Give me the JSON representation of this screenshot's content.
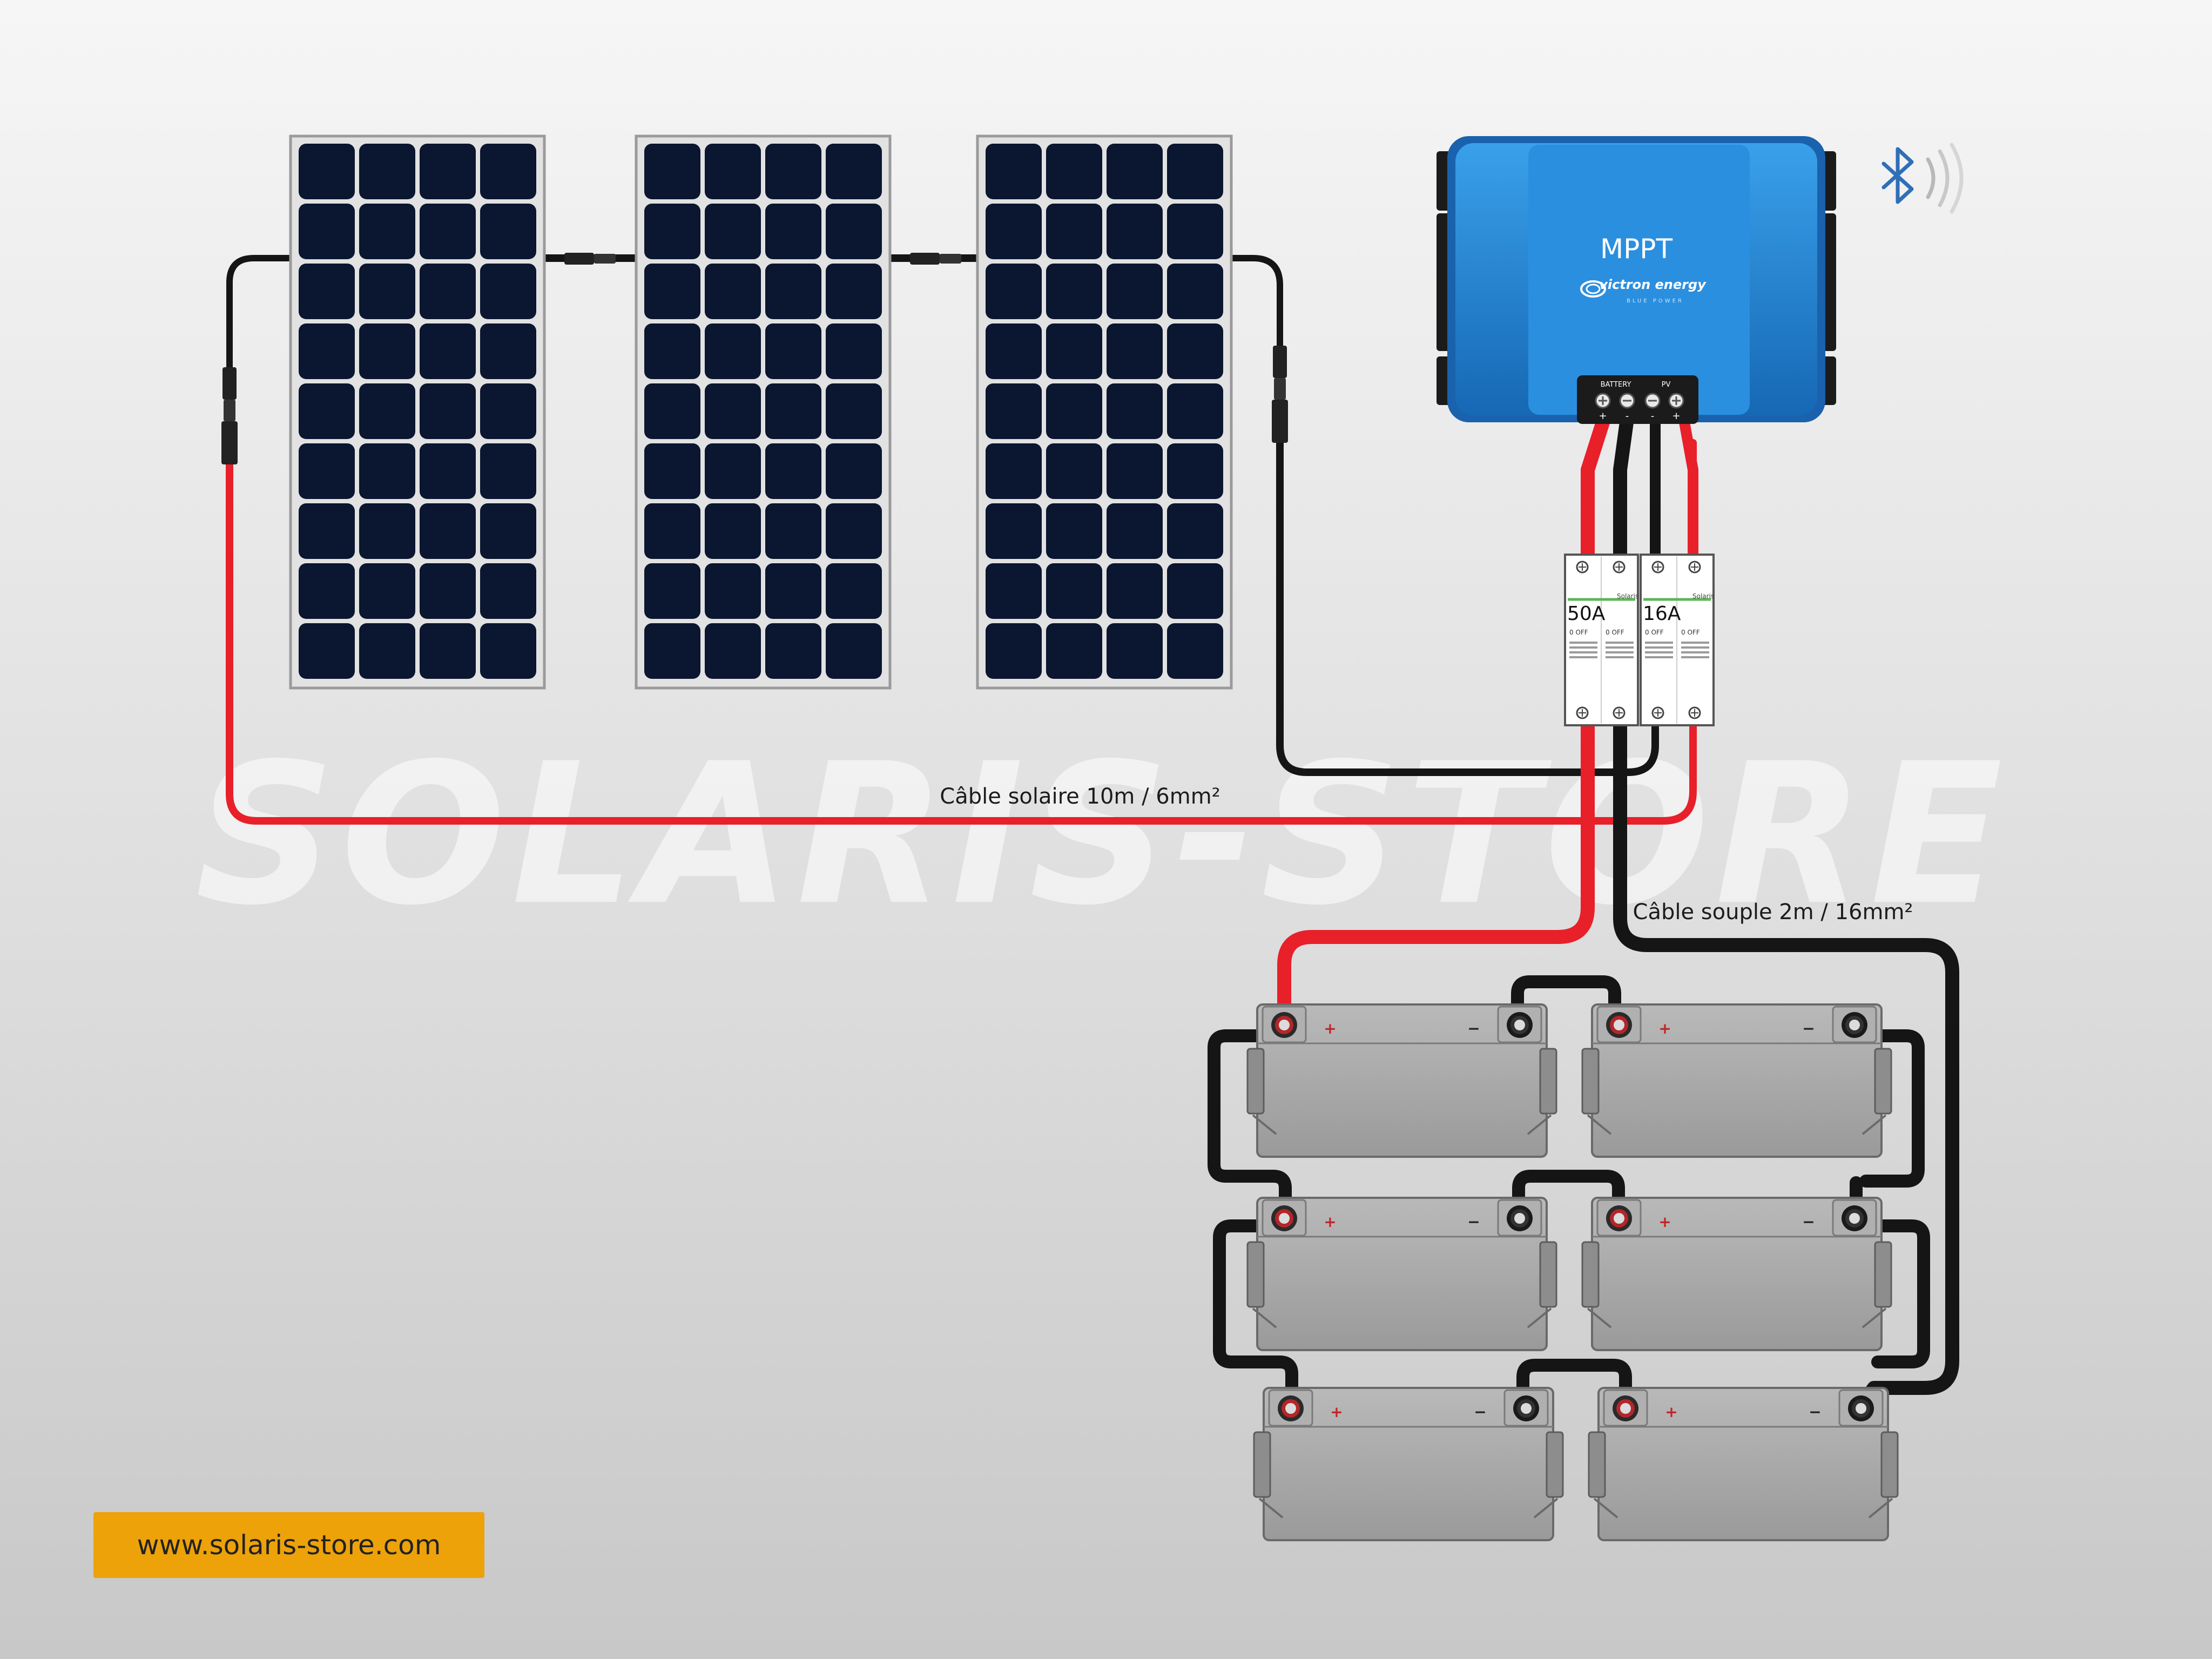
{
  "watermark": {
    "text": "SOLARIS-STORE"
  },
  "controller": {
    "title": "MPPT",
    "brand": "victron energy",
    "brand_sub": "BLUE POWER",
    "port_battery": "BATTERY",
    "port_pv": "PV",
    "pole_plus": "+",
    "pole_minus": "-",
    "icon": "bluetooth-icon"
  },
  "breakers": [
    {
      "rating": "50A",
      "brand": "Solaris",
      "state": "0 OFF"
    },
    {
      "rating": "16A",
      "brand": "Solaris",
      "state": "0 OFF"
    }
  ],
  "cables": {
    "solar": "Câble solaire 10m / 6mm²",
    "battery": "Câble souple 2m / 16mm²"
  },
  "battery_terminals": {
    "positive": "+",
    "negative": "−"
  },
  "website": "www.solaris-store.com",
  "colors": {
    "cable_positive": "#e8202a",
    "cable_negative": "#151515",
    "controller_blue": "#1e84d4",
    "battery_gray": "#a8a8a8",
    "panel_cell": "#0b1630",
    "badge": "#eda20a"
  }
}
